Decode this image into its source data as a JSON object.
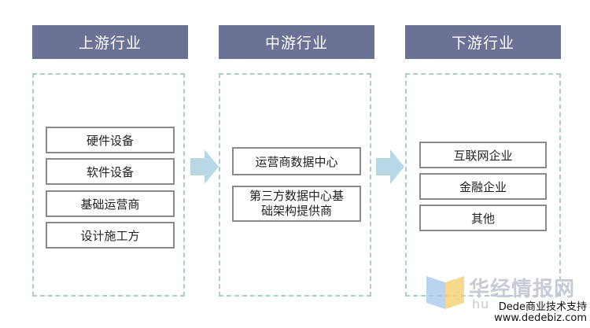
{
  "columns": [
    {
      "header": "上游行业",
      "items": [
        "硬件设备",
        "软件设备",
        "基础运营商",
        "设计施工方"
      ]
    },
    {
      "header": "中游行业",
      "items": [
        "运营商数据中心",
        "第三方数据中心基\n础架构提供商"
      ]
    },
    {
      "header": "下游行业",
      "items": [
        "互联网企业",
        "金融企业",
        "其他"
      ]
    }
  ],
  "colors": {
    "header_bg": "#6b7296",
    "dashed_border": "#a9cfc7",
    "arrow": "#b9d8e6",
    "item_border": "#8a8a8a"
  },
  "watermark": {
    "brand": "华经情报网",
    "brand_sub": "hu",
    "line1": "Dede商业技术支持",
    "line2": "www.dedebiz.com"
  }
}
